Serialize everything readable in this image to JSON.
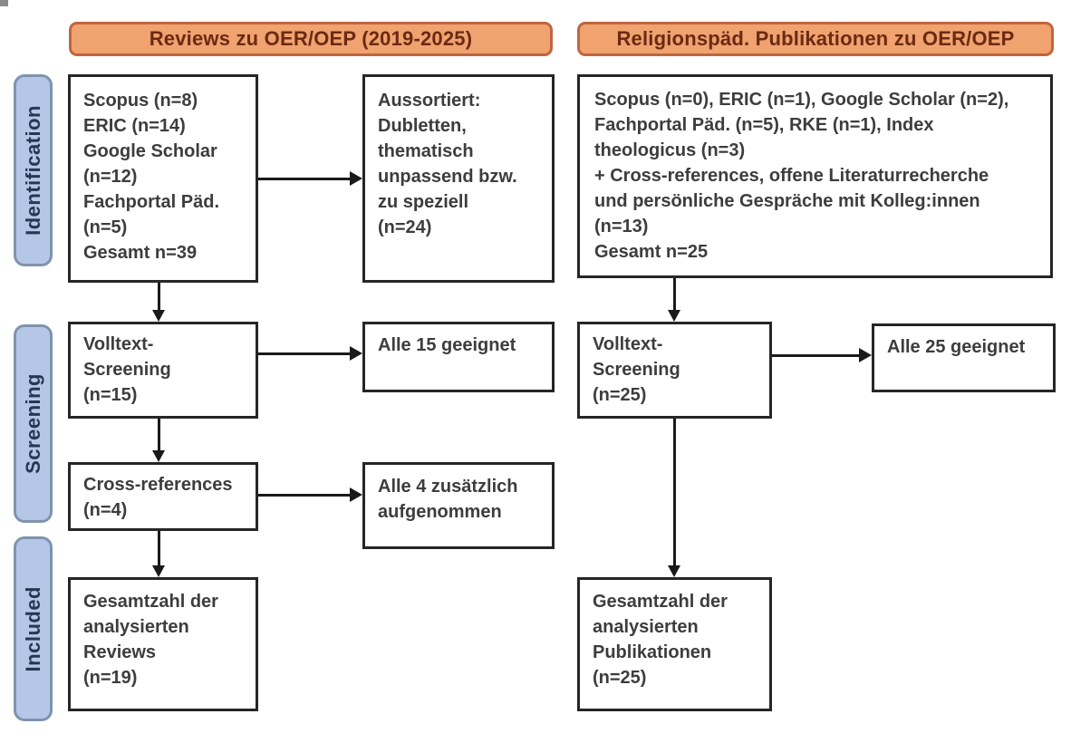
{
  "diagram": {
    "type": "prisma-flowchart",
    "headers": {
      "reviews": "Reviews zu OER/OEP (2019-2025)",
      "relpaed": "Religionspäd. Publikationen zu OER/OEP"
    },
    "stages": {
      "identification": "Identification",
      "screening": "Screening",
      "included": "Included"
    },
    "boxes": {
      "sources_reviews": {
        "lines": [
          "Scopus (n=8)",
          "ERIC (n=14)",
          "Google Scholar",
          "(n=12)",
          "Fachportal Päd.",
          "(n=5)",
          "Gesamt n=39"
        ]
      },
      "aussortiert": {
        "lines": [
          "Aussortiert:",
          "Dubletten,",
          "thematisch",
          "unpassend bzw.",
          "zu speziell",
          "(n=24)"
        ]
      },
      "sources_relpaed": {
        "lines": [
          "Scopus (n=0), ERIC (n=1), Google Scholar (n=2),",
          "Fachportal Päd. (n=5), RKE (n=1), Index",
          "theologicus (n=3)",
          "+ Cross-references, offene Literaturrecherche",
          "und persönliche Gespräche mit Kolleg:innen",
          "(n=13)",
          "Gesamt n=25"
        ]
      },
      "volltext_reviews": {
        "lines": [
          "Volltext-",
          "Screening",
          "(n=15)"
        ]
      },
      "alle15": {
        "lines": [
          "Alle 15 geeignet"
        ]
      },
      "volltext_relpaed": {
        "lines": [
          "Volltext-",
          "Screening",
          "(n=25)"
        ]
      },
      "alle25": {
        "lines": [
          "Alle 25 geeignet"
        ]
      },
      "crossref": {
        "lines": [
          "Cross-references",
          "(n=4)"
        ]
      },
      "alle4": {
        "lines": [
          "Alle 4 zusätzlich",
          "aufgenommen"
        ]
      },
      "final_reviews": {
        "lines": [
          "Gesamtzahl der",
          "analysierten",
          "Reviews",
          "(n=19)"
        ]
      },
      "final_relpaed": {
        "lines": [
          "Gesamtzahl der",
          "analysierten",
          "Publikationen",
          "(n=25)"
        ]
      }
    },
    "colors": {
      "header_fill": "#F0A26F",
      "header_border": "#C06540",
      "header_text": "#6B2A12",
      "stage_fill": "#B4C7E7",
      "stage_border": "#8093AE",
      "stage_text": "#233852",
      "box_border": "#262626",
      "box_text": "#3D3D3D",
      "arrow": "#1A1A1A",
      "background": "#FFFFFF"
    }
  }
}
